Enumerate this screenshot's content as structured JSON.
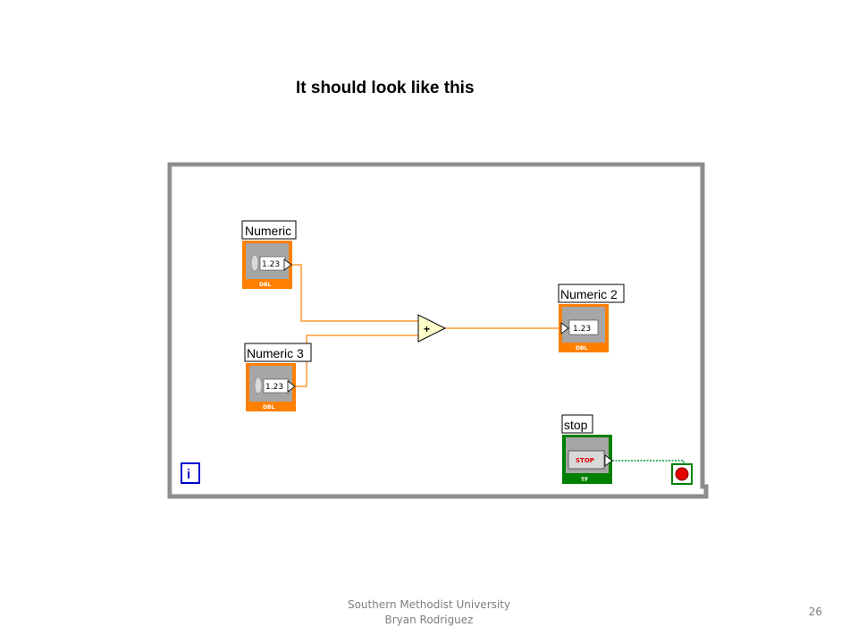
{
  "slide": {
    "title": "It should look like this",
    "footer_line1": "Southern Methodist University",
    "footer_line2": "Bryan Rodriguez",
    "page_number": "26"
  },
  "diagram": {
    "loop_type": "while-loop",
    "controls": [
      {
        "label": "Numeric",
        "value": "1.23",
        "type_tag": "DBL"
      },
      {
        "label": "Numeric 3",
        "value": "1.23",
        "type_tag": "DBL"
      }
    ],
    "indicator": {
      "label": "Numeric 2",
      "value": "1.23",
      "type_tag": "DBL"
    },
    "add_function": {
      "symbol": "+"
    },
    "stop_button": {
      "label": "stop",
      "button_text": "STOP",
      "type_tag": "TF"
    },
    "iteration_terminal": {
      "symbol": "i"
    },
    "colors": {
      "numeric_wire": "#ff9933",
      "boolean_wire": "#009933",
      "loop_border": "#8c8c8c",
      "numeric_terminal": "#ff7f00",
      "boolean_terminal": "#008000",
      "iteration_terminal": "#0000cc",
      "stop_red": "#e00000"
    }
  }
}
